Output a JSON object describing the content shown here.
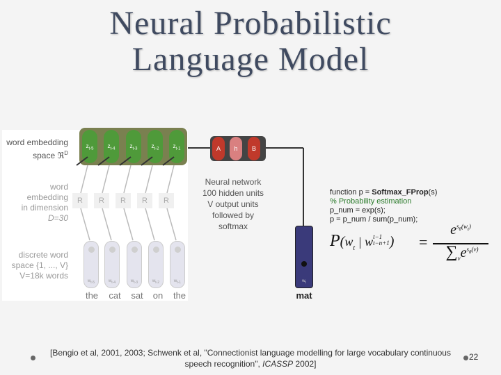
{
  "slide": {
    "title_line1": "Neural Probabilistic",
    "title_line2": "Language Model"
  },
  "labels": {
    "word_embedding_space": "word embedding space ℜ",
    "word_embedding_space_sup": "D",
    "word_embedding_dim_line1": "word",
    "word_embedding_dim_line2": "embedding",
    "word_embedding_dim_line3": "in dimension",
    "word_embedding_dim_line4": "D=30",
    "discrete_space_line1": "discrete word",
    "discrete_space_line2": "space {1, ..., V}",
    "discrete_space_line3": "V=18k words"
  },
  "embedding_units": [
    "z",
    "z",
    "z",
    "z",
    "z"
  ],
  "embedding_subs": [
    "t-5",
    "t-4",
    "t-3",
    "t-2",
    "t-1"
  ],
  "r_labels": [
    "R",
    "R",
    "R",
    "R",
    "R"
  ],
  "input_word_labels": [
    "w",
    "w",
    "w",
    "w",
    "w"
  ],
  "input_word_subs": [
    "t-5",
    "t-4",
    "t-3",
    "t-2",
    "t-1"
  ],
  "context_words": [
    "the",
    "cat",
    "sat",
    "on",
    "the"
  ],
  "hidden": {
    "units": [
      "A",
      "h",
      "B"
    ],
    "description_line1": "Neural network",
    "description_line2": "100 hidden units",
    "description_line3": "V output units",
    "description_line4": "followed by",
    "description_line5": "softmax"
  },
  "output": {
    "unit_label": "w",
    "unit_sub": "t",
    "word": "mat"
  },
  "code": {
    "line1_prefix": "function p = ",
    "line1_bold": "Softmax_FProp",
    "line1_suffix": "(s)",
    "line2": "% Probability estimation",
    "line3": "p_num = exp(s);",
    "line4": "p = p_num / sum(p_num);"
  },
  "formula": {
    "lhs_P": "P",
    "lhs_w": "w",
    "lhs_sub": "t",
    "lhs_bar": " | w",
    "lhs_sup": "t−1",
    "lhs_sub2": "t−n+1",
    "eq": "=",
    "num": "e",
    "num_sup": "s",
    "num_sup_sub": "θ",
    "num_sup_arg": "(w",
    "num_sup_arg_sub": "t",
    "num_sup_close": ")",
    "den_sigma": "∑",
    "den_sigma_sub": "v",
    "den_e": "e",
    "den_sup": "s",
    "den_sup_sub": "θ",
    "den_sup_arg": "(v)"
  },
  "citation": {
    "line1": "[Bengio et al, 2001, 2003; Schwenk et al, \"Connectionist language modelling for large vocabulary continuous",
    "line2_prefix": "speech recognition\", ",
    "line2_italic": "ICASSP",
    "line2_suffix": " 2002]"
  },
  "page_number": "22",
  "colors": {
    "title": "#3f4a60",
    "embedding_box": "#7a8050",
    "embedding_unit": "#4f9a3a",
    "hidden_A": "#c0392b",
    "hidden_h": "#d98080",
    "hidden_B": "#c0392b",
    "output_unit": "#3a3a7a"
  }
}
